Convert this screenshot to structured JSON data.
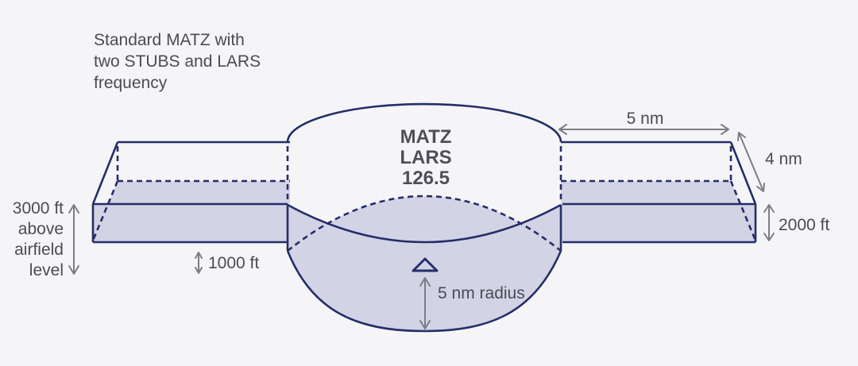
{
  "title": {
    "lines": [
      "Standard MATZ with",
      "two STUBS and LARS",
      "frequency"
    ]
  },
  "zone_label": {
    "lines": [
      "MATZ",
      "LARS",
      "126.5"
    ],
    "frequency": "126.5"
  },
  "dimensions": {
    "stub_length": "5 nm",
    "stub_width": "4 nm",
    "stub_thickness": "2000 ft",
    "stub_base_height": "1000 ft",
    "zone_radius": "5 nm radius",
    "ceiling": {
      "lines": [
        "3000 ft",
        "above",
        "airfield",
        "level"
      ]
    }
  },
  "icons": {
    "airfield_symbol": "triangle-outline-icon"
  },
  "colors": {
    "outline_navy": "#242e68",
    "zone_fill_lavender": "#d3d3e6",
    "background": "#f5f5f7",
    "label_gray": "#4b4b54",
    "arrow_gray": "#7d7d86"
  }
}
